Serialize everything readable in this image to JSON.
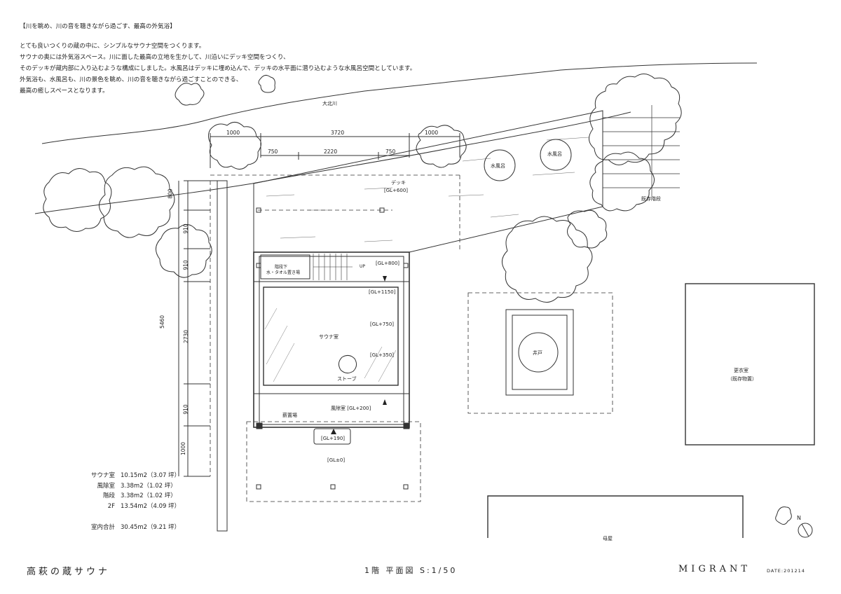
{
  "intro": {
    "heading": "【川を眺め、川の音を聴きながら過ごす、最高の外気浴】",
    "lines": [
      "とても良いつくりの蔵の中に、シンプルなサウナ空間をつくります。",
      "サウナの奥には外気浴スペース。川に面した最高の立地を生かして、川沿いにデッキ空間をつくり、",
      "そのデッキが蔵内部に入り込むような構成にしました。水風呂はデッキに埋め込んで、デッキの水平面に潜り込むような水風呂空間としています。",
      "外気浴も、水風呂も、川の景色を眺め、川の音を聴きながら過ごすことのできる、",
      "最高の癒しスペースとなります。"
    ]
  },
  "labels": {
    "river": "大北川",
    "deck": "デッキ",
    "deck_level": "[GL+600]",
    "mizuburo_1": "水風呂",
    "mizuburo_2": "水風呂",
    "existing_stairs": "既存階段",
    "under_stairs_1": "階段下",
    "under_stairs_2": "水・タオル置き場",
    "up": "UP",
    "level_800": "[GL+800]",
    "level_1150": "[GL+1150]",
    "level_750": "[GL+750]",
    "level_350": "[GL+350]",
    "sauna_room": "サウナ室",
    "stove": "ストーブ",
    "furoshitsu": "風除室 [GL+200]",
    "firewood": "薪置場",
    "level_190": "[GL+190]",
    "level_0": "[GL±0]",
    "well": "井戸",
    "changing_room": "更衣室",
    "changing_room_sub": "（既存物置）",
    "main_house": "母屋",
    "north": "N"
  },
  "dimensions": {
    "top_1000_left": "1000",
    "top_3720": "3720",
    "top_1000_right": "1000",
    "sub_750_left": "750",
    "sub_2220": "2220",
    "sub_750_right": "750",
    "left_800": "800",
    "left_910_a": "910",
    "left_910_b": "910",
    "left_5460": "5460",
    "left_2730": "2730",
    "left_910_c": "910",
    "left_1000": "1000"
  },
  "areas": [
    {
      "name": "サウナ室",
      "value": "10.15m2（3.07 坪）"
    },
    {
      "name": "風除室",
      "value": "3.38m2（1.02 坪）"
    },
    {
      "name": "階段",
      "value": "3.38m2（1.02 坪）"
    },
    {
      "name": "2F",
      "value": "13.54m2（4.09 坪）"
    }
  ],
  "total": {
    "name": "室内合計",
    "value": "30.45m2（9.21 坪）"
  },
  "footer": {
    "title": "高萩の蔵サウナ",
    "sheet": "1階 平面図 S:1/50",
    "brand": "MIGRANT",
    "date": "DATE:201214"
  }
}
